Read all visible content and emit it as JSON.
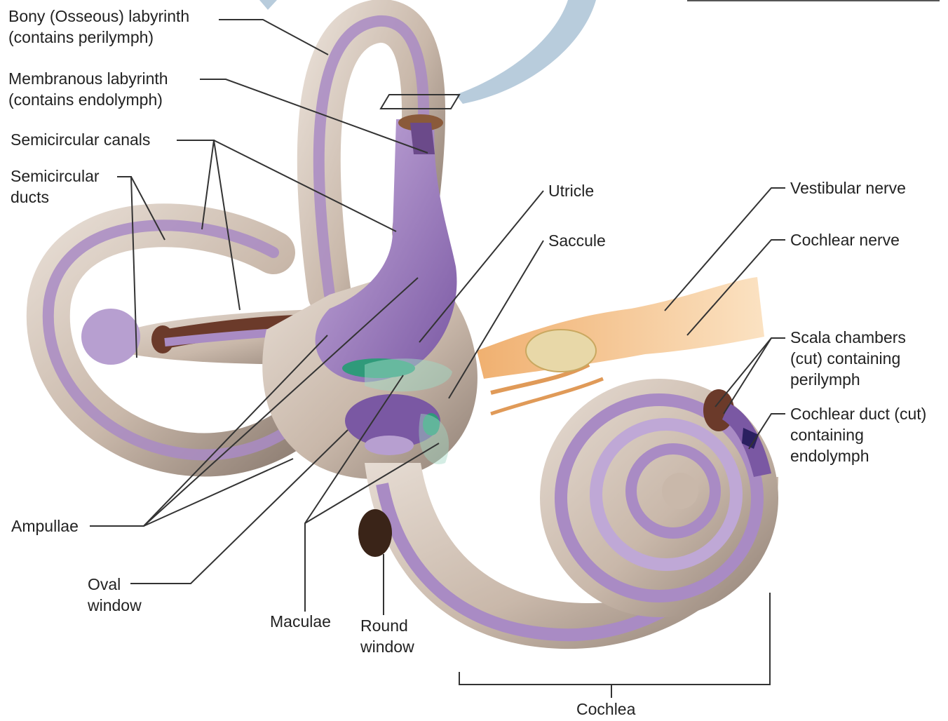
{
  "labels": {
    "bony_labyrinth": "Bony (Osseous) labyrinth\n(contains perilymph)",
    "membranous_labyrinth": "Membranous labyrinth\n(contains endolymph)",
    "semicircular_canals": "Semicircular canals",
    "semicircular_ducts": "Semicircular\nducts",
    "utricle": "Utricle",
    "saccule": "Saccule",
    "vestibular_nerve": "Vestibular nerve",
    "cochlear_nerve": "Cochlear nerve",
    "scala_chambers": "Scala chambers\n(cut) containing\nperilymph",
    "cochlear_duct": "Cochlear duct (cut)\ncontaining\nendolymph",
    "ampullae": "Ampullae",
    "oval_window": "Oval\nwindow",
    "maculae": "Maculae",
    "round_window": "Round\nwindow",
    "cochlea": "Cochlea"
  },
  "colors": {
    "bone": "#c9b8aa",
    "bone_dark": "#8f7f74",
    "membrane": "#a98bc4",
    "membrane_dark": "#7a58a3",
    "macula": "#2f9a7a",
    "nerve": "#f0b070",
    "arrow": "#b8ccdc",
    "line": "#333333"
  }
}
